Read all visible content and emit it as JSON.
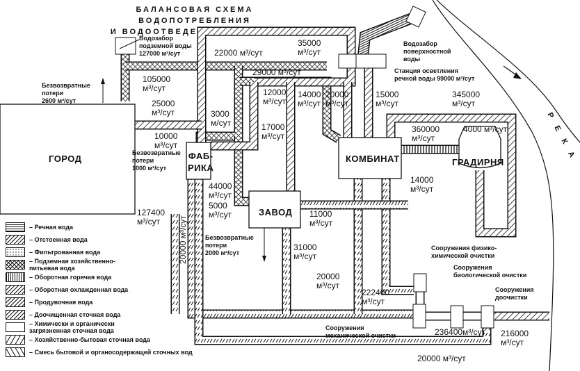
{
  "title": "БАЛАНСОВАЯ СХЕМА ВОДОПОТРЕБЛЕНИЯ\nИ ВОДООТВЕДЕНИЯ (ПРИМЕР)",
  "river_label": "РЕКА",
  "labels": [
    {
      "id": "groundwater-intake",
      "text": "Водозабор\nподземной воды\n127000 м³/сут"
    },
    {
      "id": "flow-22000",
      "text": "22000 м³/сут"
    },
    {
      "id": "flow-35000",
      "text": "35000\nм³/сут"
    },
    {
      "id": "surface-intake",
      "text": "Водозабор\nповерхностной\nводы"
    },
    {
      "id": "clarification-station",
      "text": "Станция осветления\nречной воды 99000 м³/сут"
    },
    {
      "id": "flow-29000",
      "text": "29000 м³/сут"
    },
    {
      "id": "flow-105000",
      "text": "105000\nм³/сут"
    },
    {
      "id": "losses-city",
      "text": "Безвозвратные\nпотери\n2600 м³/сут"
    },
    {
      "id": "flow-25000",
      "text": "25000\nм³/сут"
    },
    {
      "id": "flow-12000",
      "text": "12000\nм³/сут"
    },
    {
      "id": "flow-14000-top",
      "text": "14000\nм³/сут"
    },
    {
      "id": "flow-20000-top",
      "text": "20000\nм³/сут"
    },
    {
      "id": "flow-15000",
      "text": "15000\nм³/сут"
    },
    {
      "id": "flow-345000",
      "text": "345000\nм³/сут"
    },
    {
      "id": "flow-3000",
      "text": "3000\nм/сут"
    },
    {
      "id": "flow-17000",
      "text": "17000\nм³/сут"
    },
    {
      "id": "flow-360000",
      "text": "360000\nм³/сут"
    },
    {
      "id": "flow-4000",
      "text": "4000 м³/сут"
    },
    {
      "id": "flow-10000",
      "text": "10000\nм³/сут"
    },
    {
      "id": "losses-factory",
      "text": "Безвозвратные\nпотери\n1000 м³/сут"
    },
    {
      "id": "city",
      "text": "ГОРОД"
    },
    {
      "id": "factory",
      "text": "ФАБ-\nРИКА"
    },
    {
      "id": "combine",
      "text": "КОМБИНАТ"
    },
    {
      "id": "cooling-tower",
      "text": "ГРАДИРНЯ"
    },
    {
      "id": "flow-14000-right",
      "text": "14000\nм³/сут"
    },
    {
      "id": "flow-44000",
      "text": "44000\nм³/сут"
    },
    {
      "id": "flow-5000",
      "text": "5000\nм³/сут"
    },
    {
      "id": "plant",
      "text": "ЗАВОД"
    },
    {
      "id": "flow-11000",
      "text": "11000\nм³/сут"
    },
    {
      "id": "flow-127400",
      "text": "127400\nм³/сут"
    },
    {
      "id": "flow-20000-vertical",
      "text": "20000 м³/сут"
    },
    {
      "id": "losses-plant",
      "text": "Безвозвратные\nпотери\n2000 м³/сут"
    },
    {
      "id": "flow-31000",
      "text": "31000\nм³/сут"
    },
    {
      "id": "physchem-treatment",
      "text": "Сооружения физико-\nхимической очистки"
    },
    {
      "id": "bio-treatment",
      "text": "Сооружения\nбиологической очистки"
    },
    {
      "id": "post-treatment",
      "text": "Сооружения\nдоочистки"
    },
    {
      "id": "flow-20000-mid",
      "text": "20000\nм³/сут"
    },
    {
      "id": "flow-222400",
      "text": "222400\nм³/сут"
    },
    {
      "id": "mech-treatment",
      "text": "Сооружения\nмеханической очистки"
    },
    {
      "id": "flow-236400",
      "text": "236400м³/сут"
    },
    {
      "id": "flow-216000",
      "text": "216000\nм³/сут"
    },
    {
      "id": "flow-20000-bottom",
      "text": "20000 м³/сут"
    }
  ],
  "legend": [
    {
      "pattern": "river",
      "text": "– Речная вода"
    },
    {
      "pattern": "hatch",
      "text": "– Отстоенная вода"
    },
    {
      "pattern": "dots",
      "text": "– Фильтрованная вода"
    },
    {
      "pattern": "cross",
      "text": "– Подземная хозяйственно-\n  питьевая вода"
    },
    {
      "pattern": "bars",
      "text": "– Оборотная горячая вода"
    },
    {
      "pattern": "hatch",
      "text": "– Оборотная охлажденная вода"
    },
    {
      "pattern": "hatch",
      "text": "– Продувочная вода"
    },
    {
      "pattern": "hatch",
      "text": "– Доочищенная сточная вода"
    },
    {
      "pattern": "chem",
      "text": "– Химически и органически\n  загрязненная сточная вода"
    },
    {
      "pattern": "sew",
      "text": "– Хозяйственно-бытовая сточная вода"
    },
    {
      "pattern": "mix",
      "text": "– Смесь бытовой и органосодержащей сточных вод"
    }
  ]
}
